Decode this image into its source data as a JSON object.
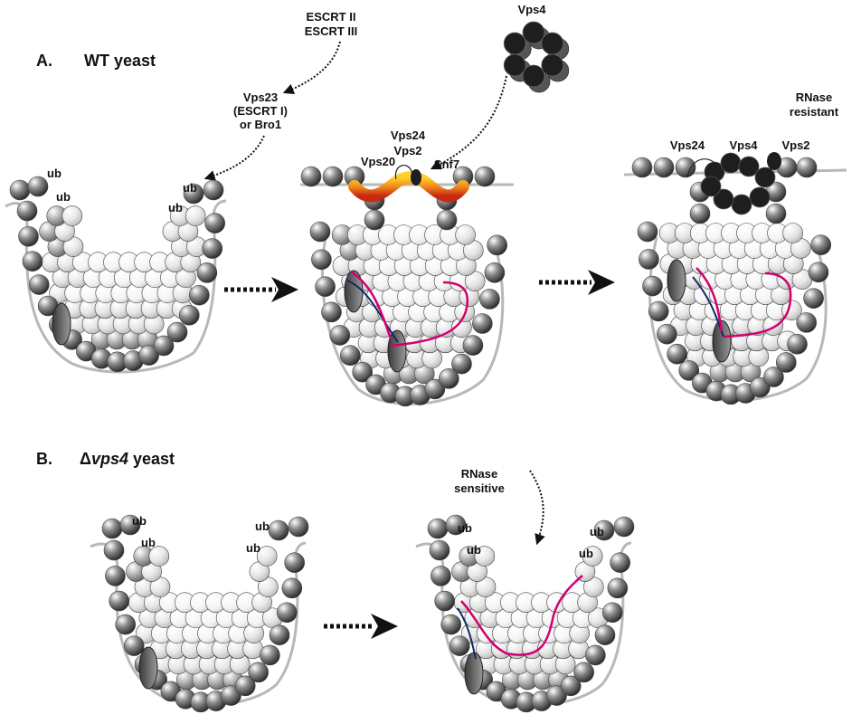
{
  "panel_a": {
    "letter": "A.",
    "title": "WT yeast",
    "escrt2": "ESCRT II",
    "escrt3": "ESCRT III",
    "vps23_1": "Vps23",
    "vps23_2": "(ESCRT I)",
    "vps23_3": "or Bro1",
    "vps4_top": "Vps4",
    "vps24": "Vps24",
    "vps20": "Vps20",
    "vps2": "Vps2",
    "snf7": "Snf7",
    "rnase_res_1": "RNase",
    "rnase_res_2": "resistant",
    "vps24_b": "Vps24",
    "vps4_b": "Vps4",
    "vps2_b": "Vps2",
    "ub": "ub"
  },
  "panel_b": {
    "letter": "B.",
    "delta": "Δ",
    "gene": "vps4",
    "title_rest": " yeast",
    "rnase_sens_1": "RNase",
    "rnase_sens_2": "sensitive",
    "ub": "ub"
  },
  "colors": {
    "membrane": "#b8b8b8",
    "rna_magenta": "#d1006f",
    "rna_navy": "#0e2a63",
    "vps4": "#1e1e1e",
    "escrt_orange": "#f08a1c",
    "escrt_red": "#c62a12"
  }
}
